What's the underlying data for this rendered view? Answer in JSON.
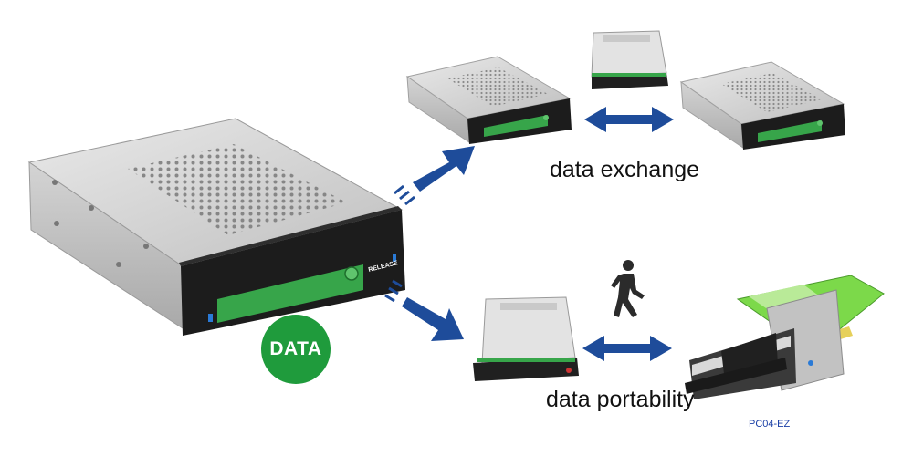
{
  "badge": {
    "text": "DATA"
  },
  "labels": {
    "exchange": "data exchange",
    "portability": "data portability",
    "release": "RELEASE"
  },
  "model_code": "PC04-EZ",
  "icons": [
    "walking-person-icon",
    "double-arrow-icon",
    "right-arrow-icon"
  ],
  "colors": {
    "arrow_blue": "#1e4c9a",
    "brand_green": "#1f9b3c",
    "bezel_black": "#1c1c1c",
    "slot_green": "#37a54a",
    "pcb_green": "#7cd94a",
    "model_text": "#1a3fa6"
  }
}
